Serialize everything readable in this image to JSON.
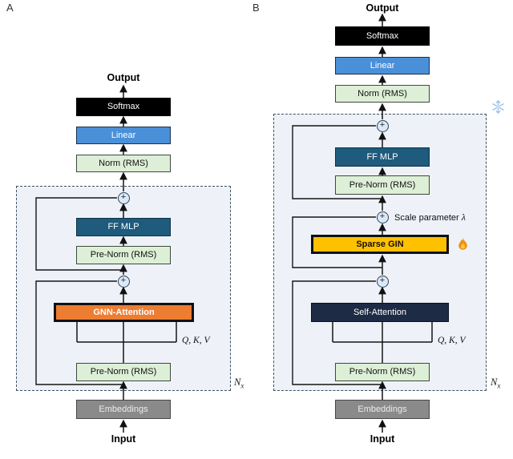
{
  "figure": {
    "panel_a": {
      "panel_label": "A",
      "output_label": "Output",
      "softmax": "Softmax",
      "linear": "Linear",
      "norm": "Norm (RMS)",
      "ff_mlp": "FF MLP",
      "pre_norm_top": "Pre-Norm (RMS)",
      "attention": "GNN-Attention",
      "qkv": "Q, K, V",
      "pre_norm_bottom": "Pre-Norm (RMS)",
      "repeat": "N",
      "repeat_sub": "x",
      "embeddings": "Embeddings",
      "input_label": "Input"
    },
    "panel_b": {
      "panel_label": "B",
      "output_label": "Output",
      "softmax": "Softmax",
      "linear": "Linear",
      "norm": "Norm (RMS)",
      "ff_mlp": "FF MLP",
      "pre_norm_top": "Pre-Norm (RMS)",
      "scale_label": "Scale parameter",
      "lambda_symbol": "λ",
      "sparse_gin": "Sparse GIN",
      "attention": "Self-Attention",
      "qkv": "Q, K, V",
      "pre_norm_bottom": "Pre-Norm (RMS)",
      "repeat": "N",
      "repeat_sub": "x",
      "embeddings": "Embeddings",
      "input_label": "Input"
    },
    "glyphs": {
      "plus": "+"
    },
    "icons": {
      "frozen": "snowflake-icon",
      "trainable": "fire-icon"
    },
    "colors": {
      "softmax_bg": "#000000",
      "linear_bg": "#4A90D9",
      "norm_bg": "#DDEFD6",
      "ff_mlp_bg": "#1E5B7D",
      "gnn_attention_bg": "#ED7D31",
      "sparse_gin_bg": "#FFC000",
      "self_attention_bg": "#1D2B45",
      "embeddings_bg": "#8A8A8A",
      "residual_box_bg": "#EEF2F8",
      "residual_box_border": "#3E4F63"
    }
  }
}
